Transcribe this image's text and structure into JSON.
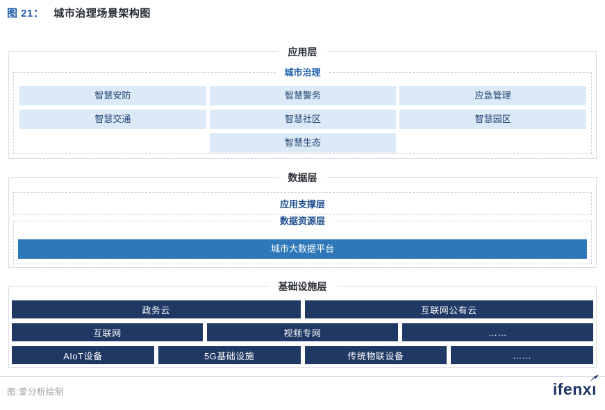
{
  "header": {
    "figure_label": "图 21：",
    "title": "城市治理场景架构图"
  },
  "app_layer": {
    "title": "应用层",
    "group_title": "城市治理",
    "boxes": [
      "智慧安防",
      "智慧警务",
      "应急管理",
      "智慧交通",
      "智慧社区",
      "智慧园区",
      "智慧生态"
    ]
  },
  "data_layer": {
    "title": "数据层",
    "support_box": "应用支撑层",
    "resource_box_title": "数据资源层",
    "platform_bar": "城市大数据平台"
  },
  "infra_layer": {
    "title": "基础设施层",
    "rows": [
      [
        "政务云",
        "互联网公有云"
      ],
      [
        "互联网",
        "视频专网",
        "……"
      ],
      [
        "AIoT设备",
        "5G基础设施",
        "传统物联设备",
        "……"
      ]
    ]
  },
  "footer": {
    "source": "图:爱分析绘制",
    "logo_text": "ifenx"
  },
  "colors": {
    "accent_blue": "#2e77b8",
    "dark_navy": "#1f3864",
    "light_box": "#dce9f6",
    "label_blue": "#1c4e8f",
    "brand_navy": "#1e3466"
  }
}
